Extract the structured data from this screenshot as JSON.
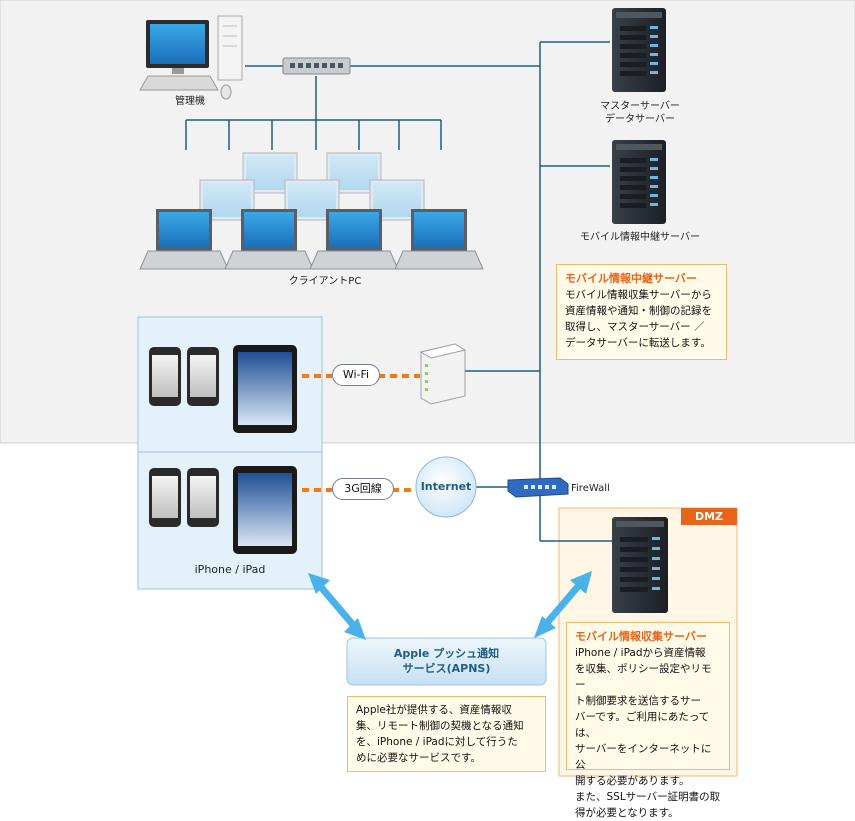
{
  "labels": {
    "admin_pc": "管理機",
    "client_pc": "クライアントPC",
    "master_server_line1": "マスターサーバー",
    "master_server_line2": "データサーバー",
    "relay_server": "モバイル情報中継サーバー",
    "wifi": "Wi-Fi",
    "cell": "3G回線",
    "internet": "Internet",
    "firewall": "FireWall",
    "dmz": "DMZ",
    "devices": "iPhone / iPad",
    "apns_line1": "Apple プッシュ通知",
    "apns_line2": "サービス(APNS)"
  },
  "callouts": {
    "relay": {
      "title": "モバイル情報中継サーバー",
      "lines": [
        "モバイル情報収集サーバーから",
        "資産情報や通知・制御の記録を",
        "取得し、マスターサーバー ／",
        "データサーバーに転送します。"
      ]
    },
    "collect": {
      "title": "モバイル情報収集サーバー",
      "lines": [
        "iPhone / iPadから資産情報",
        "を収集、ポリシー設定やリモー",
        "ト制御要求を送信するサー",
        "バーです。ご利用にあたっては、",
        "サーバーをインターネットに公",
        "開する必要があります。",
        "また、SSLサーバー証明書の取",
        "得が必要となります。"
      ]
    },
    "apns": {
      "lines": [
        "Apple社が提供する、資産情報収",
        "集、リモート制御の契機となる通知",
        "を、iPhone / iPadに対して行うた",
        "めに必要なサービスです。"
      ]
    }
  },
  "colors": {
    "lan_area": "#f2f2f2",
    "line": "#1f5d86",
    "wifi_dash": "#f07a1a",
    "accent": "#e8641b",
    "dmz_bg": "#fff6e6",
    "callout_border": "#f3b86a",
    "device_panel": "#e5f1fa"
  }
}
